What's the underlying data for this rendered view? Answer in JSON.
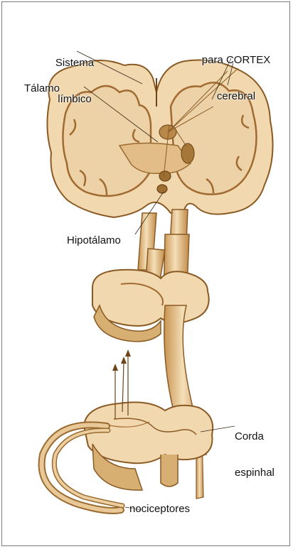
{
  "labels": {
    "sistema_limbico": [
      "Sistema",
      "límbico"
    ],
    "para_cortex": [
      "para CORTEX",
      "cerebral"
    ],
    "talamo": "Tálamo",
    "hipotalamo": "Hipotálamo",
    "corda_espinhal": [
      "Corda",
      "espinhal"
    ],
    "nociceptores": "nociceptores"
  },
  "colors": {
    "tissue": "#f3dcb6",
    "tissue_shade": "#e5c08e",
    "outline": "#8a5a24",
    "nerve": "#d9b27a",
    "nerve_dark": "#9a6a30"
  }
}
